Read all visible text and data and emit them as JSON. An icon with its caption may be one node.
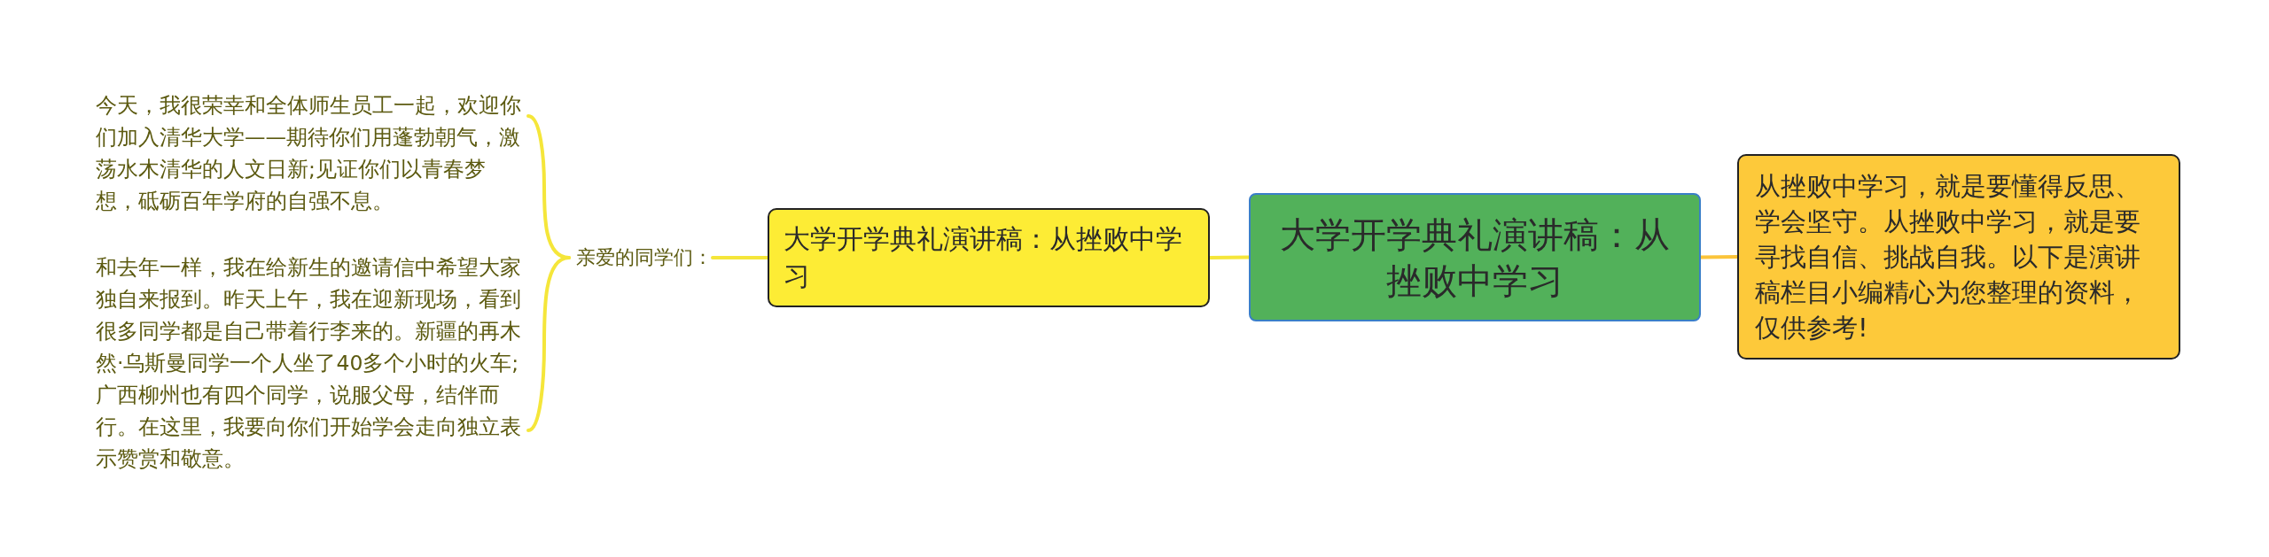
{
  "diagram": {
    "nodes": [
      {
        "text": [
          "大学开学典礼演讲稿：从挫败中学习"
        ]
      },
      {
        "text": [
          "从挫败中学习，就是要懂得反思、学会坚守。从挫败中学习，就是要寻找自信、挑战自我。以下是演讲稿栏目小编精心为您整理的资料，仅供参考!"
        ]
      },
      {
        "text": [
          "大学开学典礼演讲稿：从挫败中学习"
        ]
      },
      {
        "text": [
          "亲爱的同学们："
        ]
      },
      {
        "text": [
          "今天，我很荣幸和全体师生员工一起，欢迎你们加入清华大学——期待你们用蓬勃朝气，激荡水木清华的人文日新;见证你们以青春梦想，砥砺百年学府的自强不息。"
        ]
      },
      {
        "text": [
          "和去年一样，我在给新生的邀请信中希望大家独自来报到。昨天上午，我在迎新现场，看到很多同学都是自己带着行李来的。新疆的再木然·乌斯曼同学一个人坐了40多个小时的火车;广西柳州也有四个同学，说服父母，结伴而行。在这里，我要向你们开始学会走向独立表示赞赏和敬意。"
        ]
      }
    ],
    "edges": [
      {
        "from": 0,
        "to": 1,
        "arrow": "none",
        "color": "#fbc43a"
      },
      {
        "from": 0,
        "to": 2,
        "arrow": "none"
      },
      {
        "from": 2,
        "to": 3,
        "arrow": "none"
      },
      {
        "from": 3,
        "to": 4,
        "arrow": "none"
      },
      {
        "from": 3,
        "to": 5,
        "arrow": "none"
      }
    ]
  }
}
